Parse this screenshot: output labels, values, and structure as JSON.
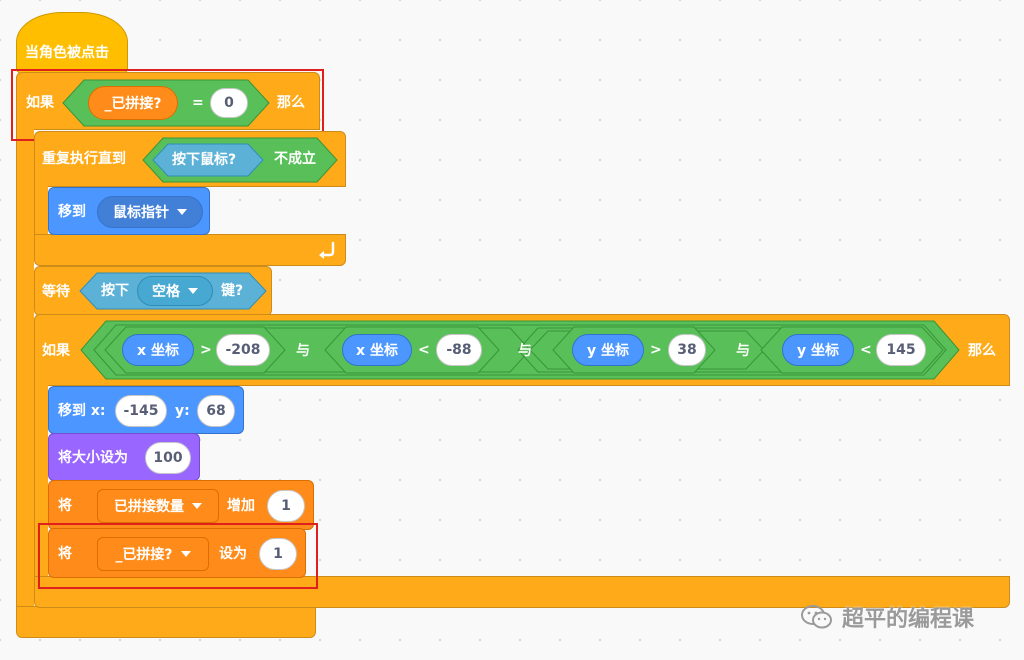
{
  "hat": {
    "label": "当角色被点击"
  },
  "if1": {
    "label": "如果",
    "then": "那么",
    "reporter": "_已拼接?",
    "op": "=",
    "value": "0"
  },
  "repeat": {
    "label": "重复执行直到",
    "sensor": "按下鼠标?",
    "not_label": "不成立"
  },
  "goto_target": {
    "label": "移到",
    "dropdown": "鼠标指针"
  },
  "wait": {
    "label": "等待",
    "press": "按下",
    "key": "空格",
    "key_suffix": "键?"
  },
  "if2": {
    "label": "如果",
    "then": "那么",
    "and": "与",
    "conds": [
      {
        "reporter": "x 坐标",
        "op": ">",
        "value": "-208"
      },
      {
        "reporter": "x 坐标",
        "op": "<",
        "value": "-88"
      },
      {
        "reporter": "y 坐标",
        "op": ">",
        "value": "38"
      },
      {
        "reporter": "y 坐标",
        "op": "<",
        "value": "145"
      }
    ]
  },
  "gotoxy": {
    "label": "移到 x:",
    "x": "-145",
    "ylabel": "y:",
    "y": "68"
  },
  "size": {
    "label": "将大小设为",
    "value": "100"
  },
  "change_var": {
    "label": "将",
    "var": "已拼接数量",
    "action": "增加",
    "value": "1"
  },
  "set_var": {
    "label": "将",
    "var": "_已拼接?",
    "action": "设为",
    "value": "1"
  },
  "watermark": {
    "text": "超平的编程课"
  },
  "colors": {
    "events": "#ffbf00",
    "control": "#ffab19",
    "motion": "#4c97ff",
    "looks": "#9966ff",
    "variables": "#ff8c1a",
    "operators": "#59c059",
    "sensing": "#5cb1d6",
    "highlight": "#e0201c"
  }
}
